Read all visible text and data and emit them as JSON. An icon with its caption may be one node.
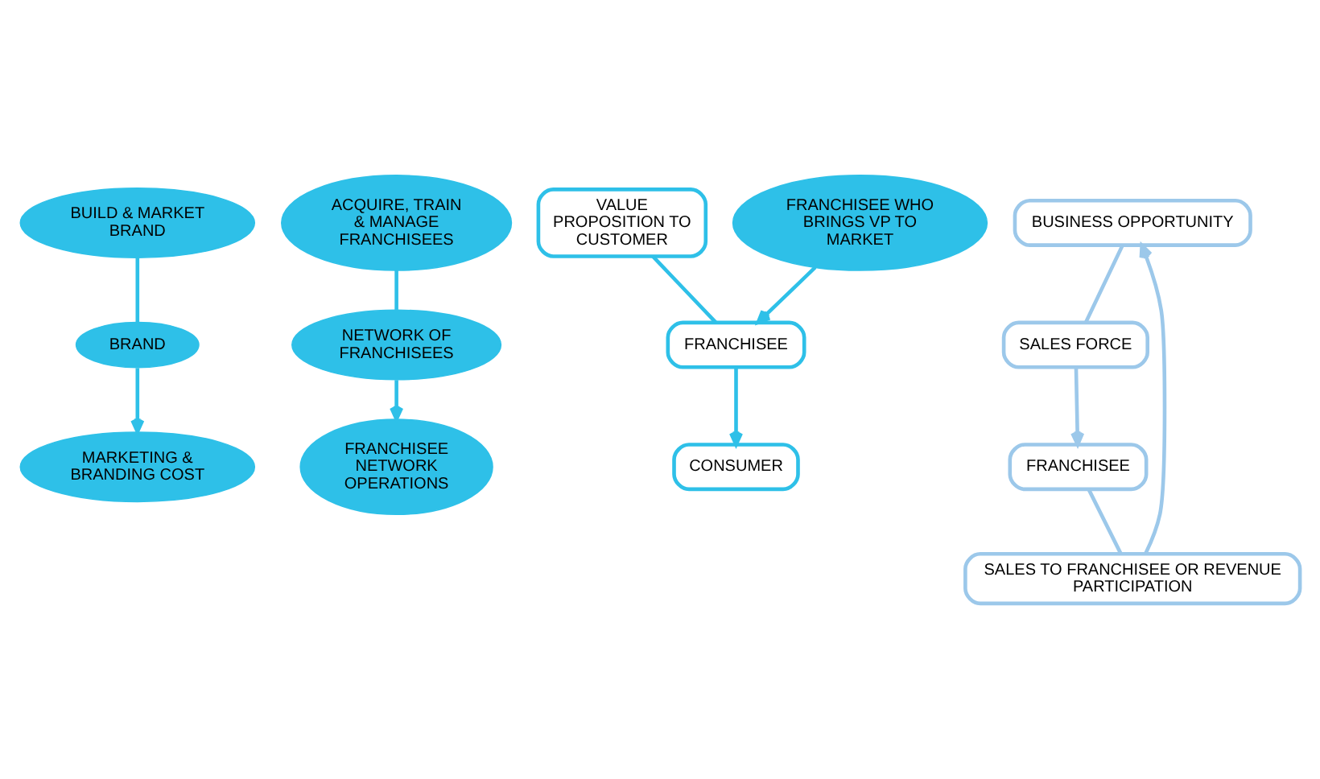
{
  "diagram": {
    "nodes": [
      {
        "text": [
          "BUILD & MARKET BRAND"
        ]
      },
      {
        "text": [
          "ACQUIRE, TRAIN & MANAGE FRANCHISEES"
        ]
      },
      {
        "text": [
          "VALUE PROPOSITION TO CUSTOMER"
        ]
      },
      {
        "text": [
          "CONSUMER"
        ]
      },
      {
        "text": [
          "FRANCHISEE WHO BRINGS VP TO MARKET"
        ]
      },
      {
        "text": [
          "BRAND"
        ]
      },
      {
        "text": [
          "FRANCHISEE"
        ]
      },
      {
        "text": [
          "BUSINESS OPPORTUNITY"
        ]
      },
      {
        "text": [
          "FRANCHISEE"
        ]
      },
      {
        "text": [
          "NETWORK OF FRANCHISEES"
        ]
      },
      {
        "text": [
          "SALES FORCE"
        ]
      },
      {
        "text": [
          "FRANCHISEE NETWORK OPERATIONS"
        ]
      },
      {
        "text": [
          "MARKETING & BRANDING COST"
        ]
      },
      {
        "text": [
          "SALES TO FRANCHISEE OR REVENUE PARTICIPATION"
        ]
      }
    ],
    "edges": [
      {
        "from": 4,
        "to": 6,
        "arrow": "to"
      },
      {
        "from": 0,
        "to": 5,
        "arrow": "none"
      },
      {
        "from": 5,
        "to": 12,
        "arrow": "to"
      },
      {
        "from": 1,
        "to": 9,
        "arrow": "none"
      },
      {
        "from": 9,
        "to": 11,
        "arrow": "to"
      },
      {
        "from": 2,
        "to": 6,
        "arrow": "none"
      },
      {
        "from": 6,
        "to": 3,
        "arrow": "to"
      },
      {
        "from": 7,
        "to": 10,
        "arrow": "none",
        "color": "#9cc8ea"
      },
      {
        "from": 10,
        "to": 8,
        "arrow": "to",
        "color": "#9cc8ea"
      },
      {
        "from": 8,
        "to": 13,
        "arrow": "none",
        "color": "#9cc8ea"
      },
      {
        "from": 13,
        "to": 7,
        "arrow": "to",
        "color": "#9cc8ea"
      }
    ]
  }
}
